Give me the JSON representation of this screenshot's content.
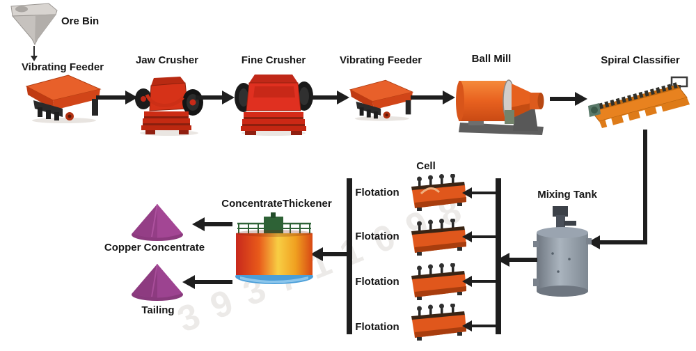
{
  "labels": {
    "ore_bin": "Ore Bin",
    "vibrating_feeder_1": "Vibrating Feeder",
    "jaw_crusher": "Jaw Crusher",
    "fine_crusher": "Fine Crusher",
    "vibrating_feeder_2": "Vibrating Feeder",
    "ball_mill": "Ball Mill",
    "spiral_classifier": "Spiral Classifier",
    "mixing_tank": "Mixing Tank",
    "cell": "Cell",
    "concentrate_thickener": "ConcentrateThickener",
    "copper_concentrate": "Copper Concentrate",
    "tailing": "Tailing"
  },
  "flotation_rows": [
    {
      "label": "Flotation"
    },
    {
      "label": "Flotation"
    },
    {
      "label": "Flotation"
    },
    {
      "label": "Flotation"
    }
  ],
  "watermark": "393711098",
  "colors": {
    "machine_orange": "#e05a1d",
    "crusher_red": "#d63218",
    "ball_mill_orange": "#e8611f",
    "classifier_orange": "#e8821f",
    "tank_gray": "#8a95a1",
    "thickener_blue": "#4a9ed8",
    "thickener_green": "#2e6236",
    "cone_purple": "#a34694",
    "arrow_black": "#1e1e1e",
    "label_text": "#161616"
  }
}
